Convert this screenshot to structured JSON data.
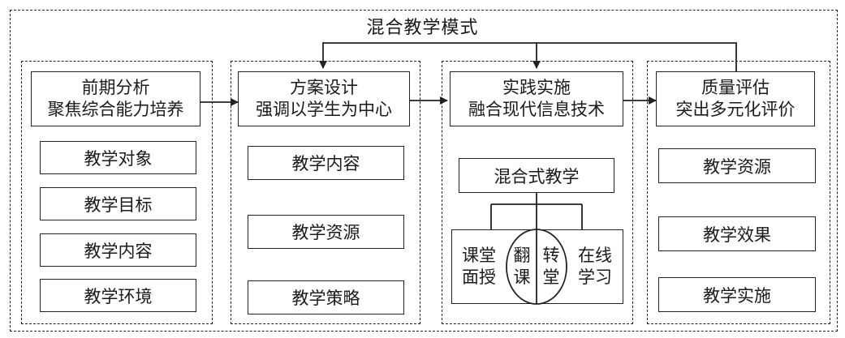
{
  "title": "混合教学模式",
  "stages": [
    {
      "line1": "前期分析",
      "line2": "聚焦综合能力培养",
      "items": [
        "教学对象",
        "教学目标",
        "教学内容",
        "教学环境"
      ]
    },
    {
      "line1": "方案设计",
      "line2": "强调以学生为中心",
      "items": [
        "教学内容",
        "教学资源",
        "教学策略"
      ]
    },
    {
      "line1": "实践实施",
      "line2": "融合现代信息技术",
      "blended": {
        "label": "混合式教学",
        "left_line1": "课堂",
        "left_line2": "面授",
        "flip_left_1": "翻",
        "flip_left_2": "课",
        "flip_right_1": "转",
        "flip_right_2": "堂",
        "right_line1": "在线",
        "right_line2": "学习"
      }
    },
    {
      "line1": "质量评估",
      "line2": "突出多元化评价",
      "items": [
        "教学资源",
        "教学效果",
        "教学实施"
      ]
    }
  ]
}
